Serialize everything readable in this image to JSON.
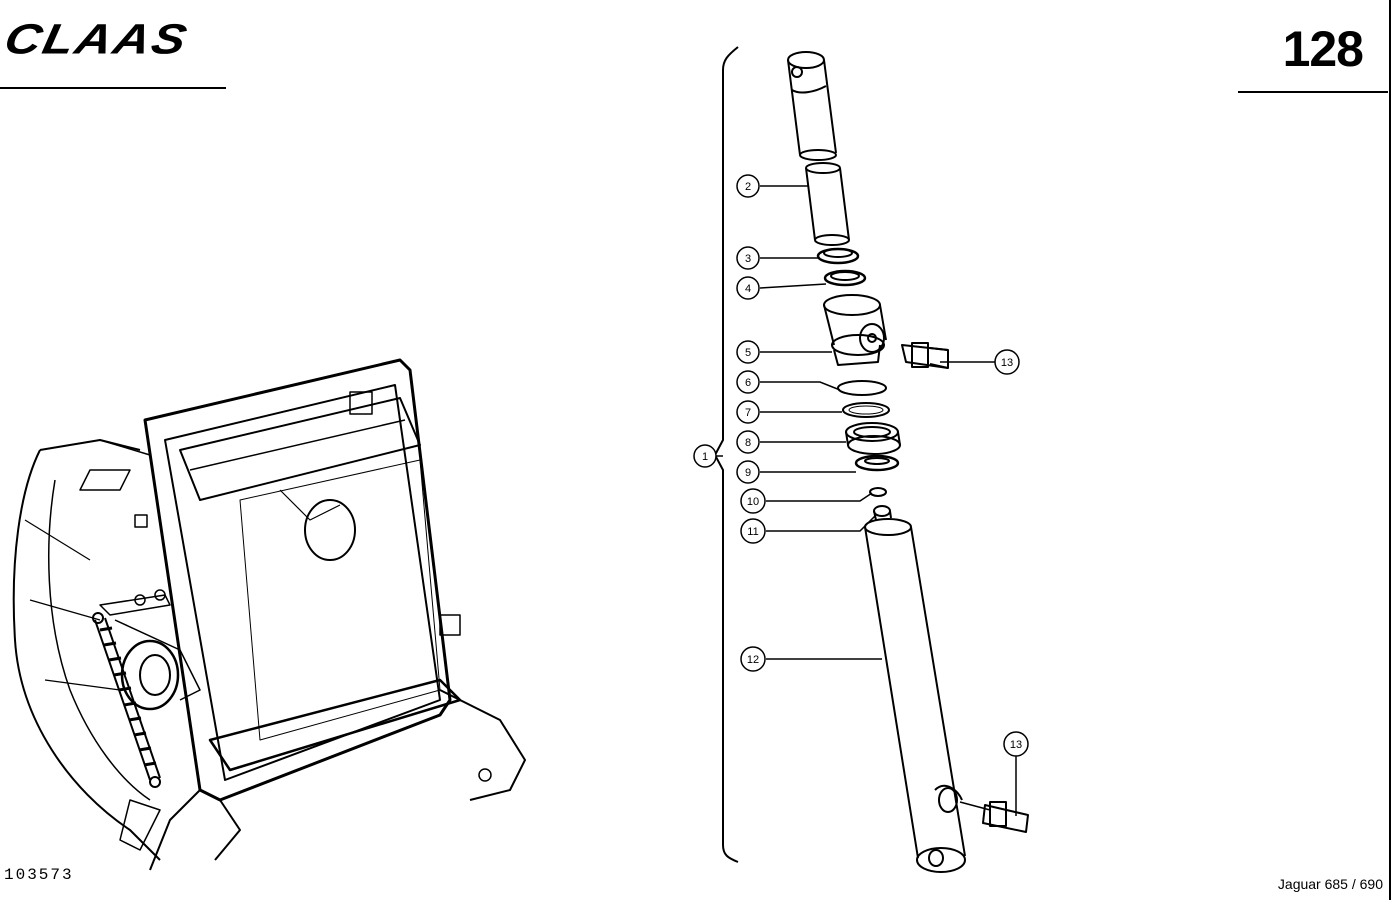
{
  "header": {
    "logo_text": "CLAAS",
    "page_number": "128"
  },
  "footer": {
    "drawing_id": "103573",
    "model": "Jaguar 685 / 690"
  },
  "callouts": {
    "c1": "1",
    "c2": "2",
    "c3": "3",
    "c4": "4",
    "c5": "5",
    "c6": "6",
    "c7": "7",
    "c8": "8",
    "c9": "9",
    "c10": "10",
    "c11": "11",
    "c12": "12",
    "c13a": "13",
    "c13b": "13"
  },
  "colors": {
    "ink": "#000000",
    "paper": "#ffffff"
  }
}
